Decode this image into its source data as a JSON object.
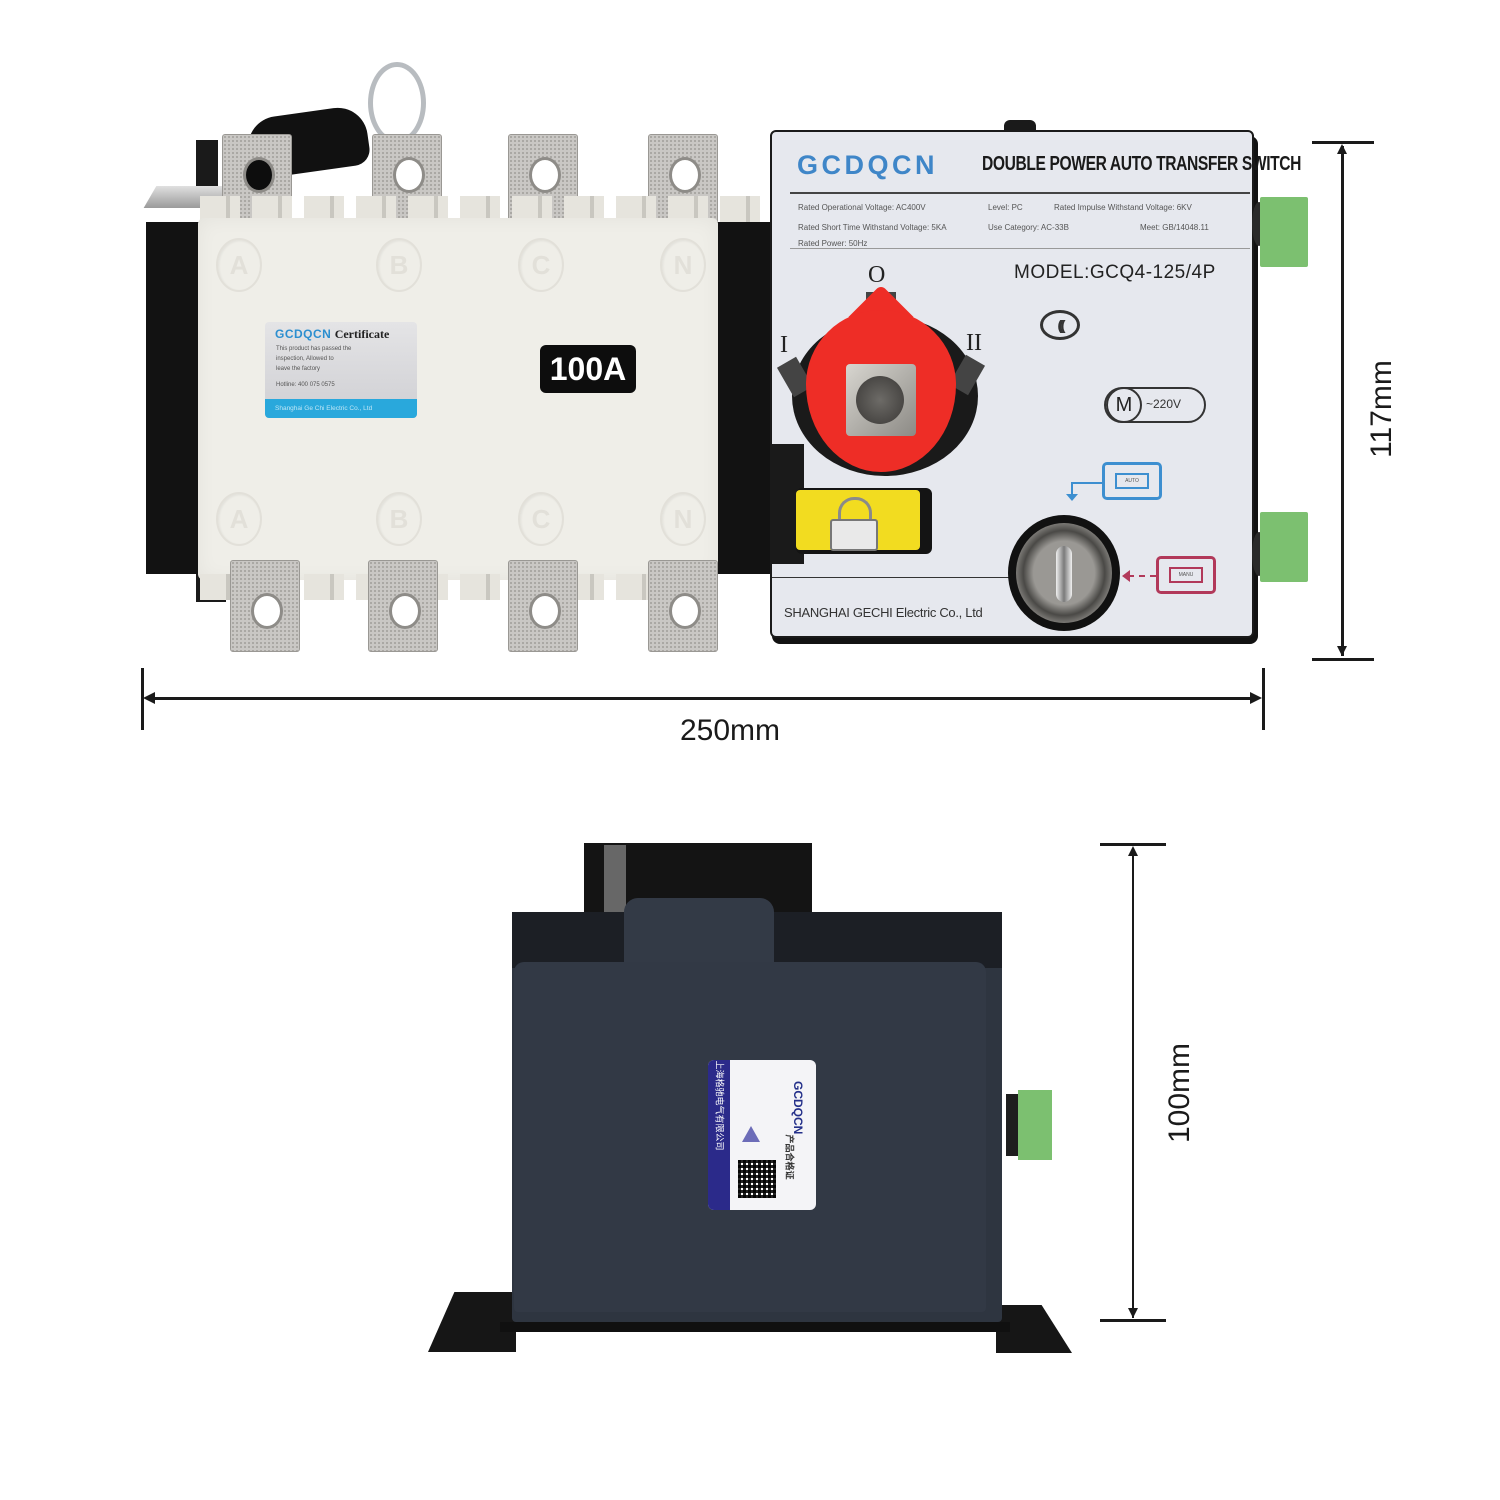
{
  "product": {
    "brand": "GCDQCN",
    "title": "DOUBLE POWER AUTO TRANSFER SWITCH",
    "model": "MODEL:GCQ4-125/4P",
    "current_rating": "100A",
    "manufacturer": "SHANGHAI GECHI Electric Co., Ltd",
    "motor_voltage": "~220V",
    "motor_symbol": "M",
    "cert_mark": "CCC"
  },
  "specs": {
    "rated_operational_voltage": "Rated Operational Voltage: AC400V",
    "level": "Level: PC",
    "rated_impulse_withstand_voltage": "Rated Impulse Withstand Voltage: 6KV",
    "rated_short_time_withstand": "Rated Short Time Withstand Voltage: 5KA",
    "use_category": "Use Category: AC-33B",
    "meet": "Meet: GB/14048.11",
    "rated_power": "Rated Power: 50Hz"
  },
  "dial": {
    "positions": [
      "I",
      "O",
      "II"
    ]
  },
  "modes": {
    "auto": "AUTO",
    "manual": "MANU"
  },
  "phases": {
    "top": [
      "A",
      "B",
      "C",
      "N"
    ],
    "bottom": [
      "A",
      "B",
      "C",
      "N"
    ]
  },
  "certificate": {
    "brand": "GCDQCN",
    "word": "Certificate",
    "lines": [
      "This product has passed the",
      "inspection, Allowed to",
      "leave the factory",
      "Hotline: 400 075 0575"
    ],
    "footer": "Shanghai Ge Chi Electric Co., Ltd"
  },
  "side_label": {
    "brand": "GCDQCN",
    "cert_text": "产品合格证",
    "company": "上海格驰电气有限公司"
  },
  "dimensions": {
    "width": "250mm",
    "height": "117mm",
    "depth": "100mm"
  }
}
